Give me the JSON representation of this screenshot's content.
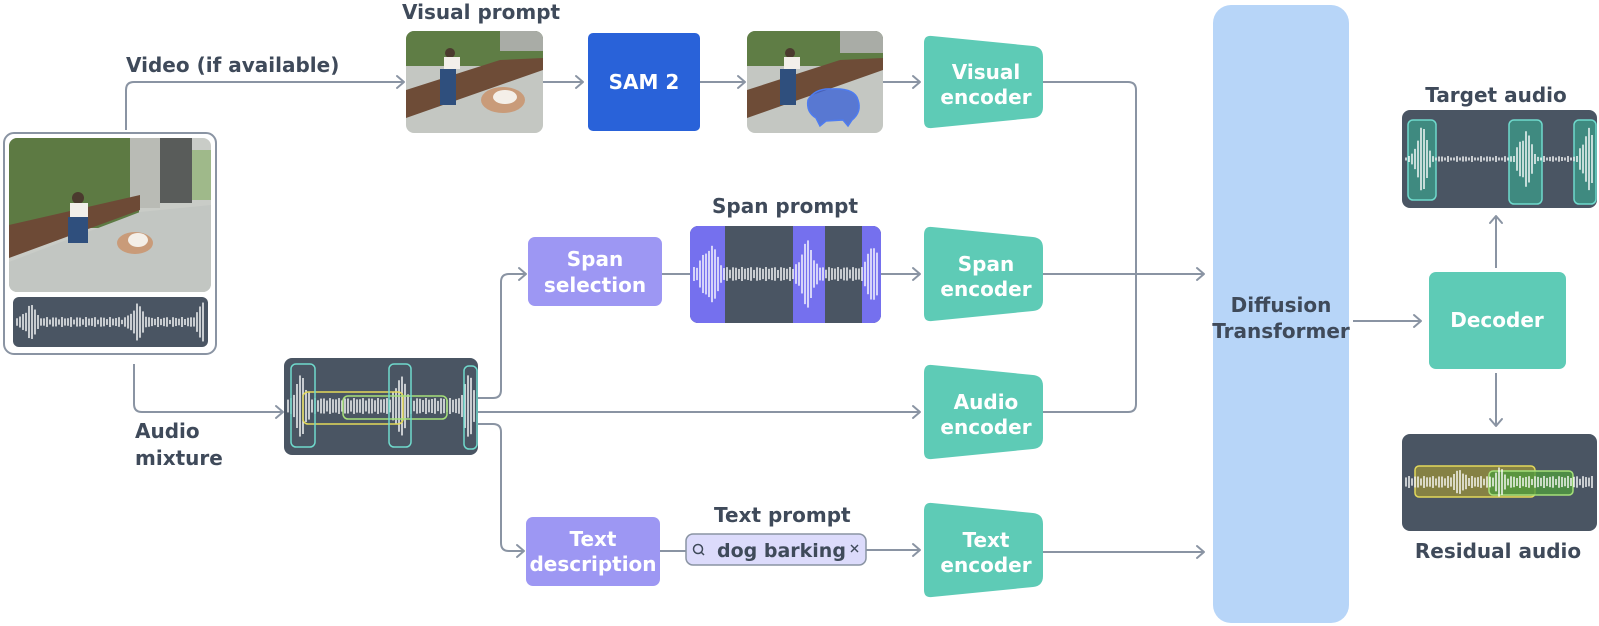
{
  "labels": {
    "video": "Video (if available)",
    "visual_prompt": "Visual prompt",
    "span_prompt": "Span prompt",
    "text_prompt": "Text prompt",
    "audio_mixture_1": "Audio",
    "audio_mixture_2": "mixture",
    "target_audio": "Target audio",
    "residual_audio": "Residual audio"
  },
  "blocks": {
    "sam2": "SAM 2",
    "span_selection_1": "Span",
    "span_selection_2": "selection",
    "text_description_1": "Text",
    "text_description_2": "description",
    "visual_encoder_1": "Visual",
    "visual_encoder_2": "encoder",
    "span_encoder_1": "Span",
    "span_encoder_2": "encoder",
    "audio_encoder_1": "Audio",
    "audio_encoder_2": "encoder",
    "text_encoder_1": "Text",
    "text_encoder_2": "encoder",
    "diffusion_1": "Diffusion",
    "diffusion_2": "Transformer",
    "decoder": "Decoder"
  },
  "text_prompt_field": {
    "value": "dog barking",
    "icon": "search-icon",
    "clear_icon": "close-icon"
  },
  "colors": {
    "sam2": "#2962d9",
    "purple_block": "#9d97f3",
    "encoder": "#5ecbb6",
    "diffusion": "#b7d5f8",
    "waveform_bg": "#4a5563",
    "span_highlight": "#7570ee",
    "connector": "#8a94a3",
    "label": "#3f4a5a"
  }
}
